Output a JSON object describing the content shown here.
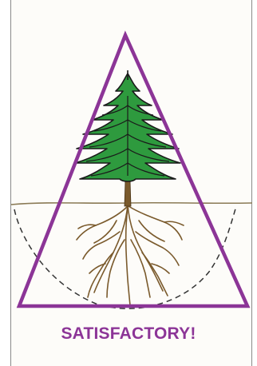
{
  "caption": "SATISFACTORY!",
  "colors": {
    "triangle": "#8c3597",
    "caption": "#8c3597",
    "foliage": "#2e9a3e",
    "foliage_outline": "#1a1a1a",
    "trunk": "#7a5a2c",
    "roots": "#7a5a2c",
    "ground_line": "#8a7a55",
    "root_zone_outline": "#333333"
  },
  "icons": [
    "tree-illustration",
    "triangle-outline",
    "root-zone-outline"
  ]
}
